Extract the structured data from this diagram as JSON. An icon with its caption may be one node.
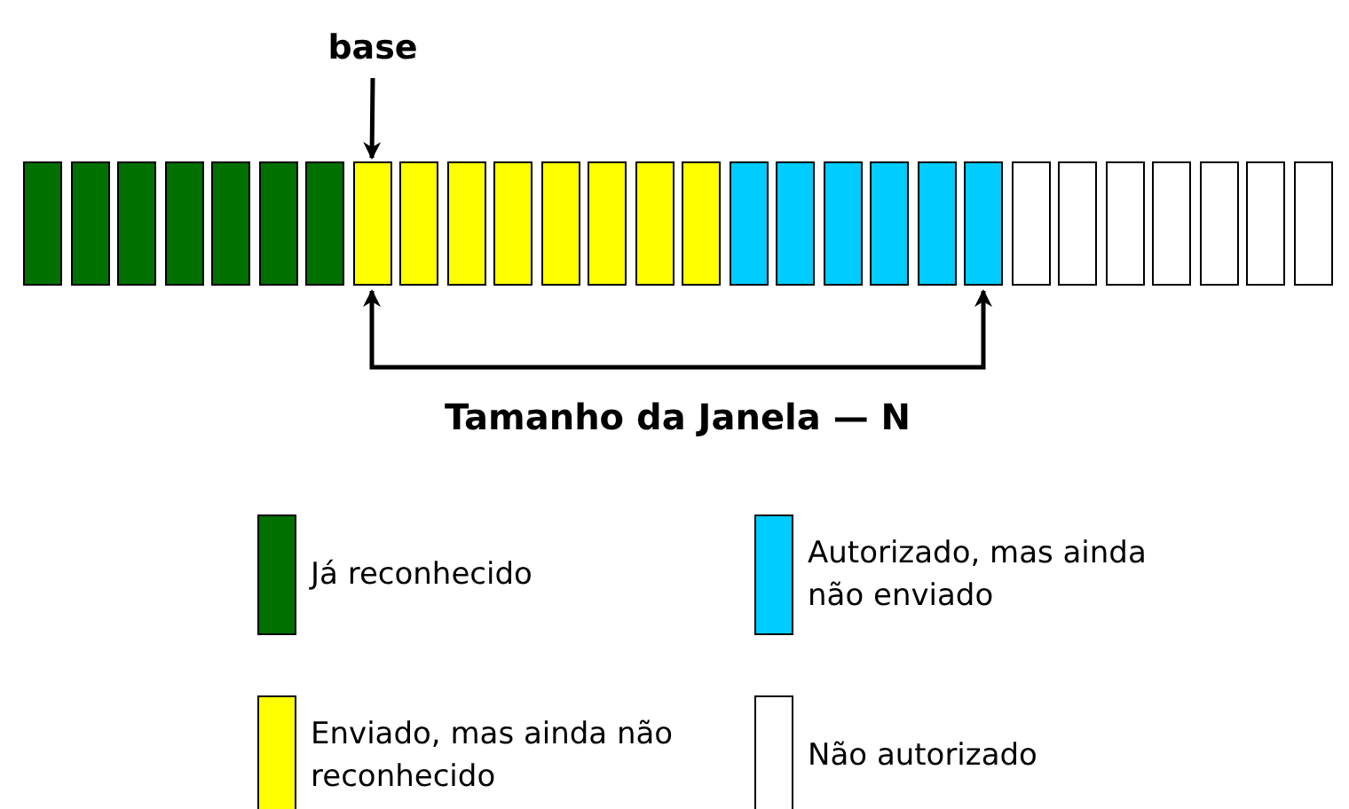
{
  "diagram": {
    "nodes": [
      {
        "text": [
          "base"
        ]
      },
      {
        "text": [],
        "shape": "bar"
      },
      {
        "text": [],
        "shape": "bar"
      },
      {
        "text": [],
        "shape": "bar"
      },
      {
        "text": [],
        "shape": "bar"
      },
      {
        "text": [],
        "shape": "bar"
      },
      {
        "text": [],
        "shape": "bar"
      },
      {
        "text": [],
        "shape": "bar"
      },
      {
        "text": [],
        "shape": "bar"
      },
      {
        "text": [],
        "shape": "bar"
      },
      {
        "text": [],
        "shape": "bar"
      },
      {
        "text": [],
        "shape": "bar"
      },
      {
        "text": [],
        "shape": "bar"
      },
      {
        "text": [],
        "shape": "bar"
      },
      {
        "text": [],
        "shape": "bar"
      },
      {
        "text": [],
        "shape": "bar"
      },
      {
        "text": [],
        "shape": "bar"
      },
      {
        "text": [],
        "shape": "bar"
      },
      {
        "text": [],
        "shape": "bar"
      },
      {
        "text": [],
        "shape": "bar"
      },
      {
        "text": [],
        "shape": "bar"
      },
      {
        "text": [],
        "shape": "bar"
      },
      {
        "text": [],
        "shape": "bar"
      },
      {
        "text": [],
        "shape": "bar"
      },
      {
        "text": [],
        "shape": "bar"
      },
      {
        "text": [],
        "shape": "bar"
      },
      {
        "text": [],
        "shape": "bar"
      },
      {
        "text": [],
        "shape": "bar"
      },
      {
        "text": [],
        "shape": "bar"
      }
    ],
    "edges": [
      {
        "from": 0,
        "to": 8,
        "arrow": "to"
      },
      {
        "from": 8,
        "to": 21,
        "arrow": "both",
        "label": "Tamanho da Janela — N"
      }
    ],
    "legend": [
      {
        "text": "Já reconhecido",
        "color": "#007000"
      },
      {
        "text": "Autorizado, mas ainda não enviado",
        "color": "#00ccff"
      },
      {
        "text": "Enviado, mas ainda não reconhecido",
        "color": "#ffff00"
      },
      {
        "text": "Não autorizado",
        "color": "#ffffff"
      }
    ]
  }
}
